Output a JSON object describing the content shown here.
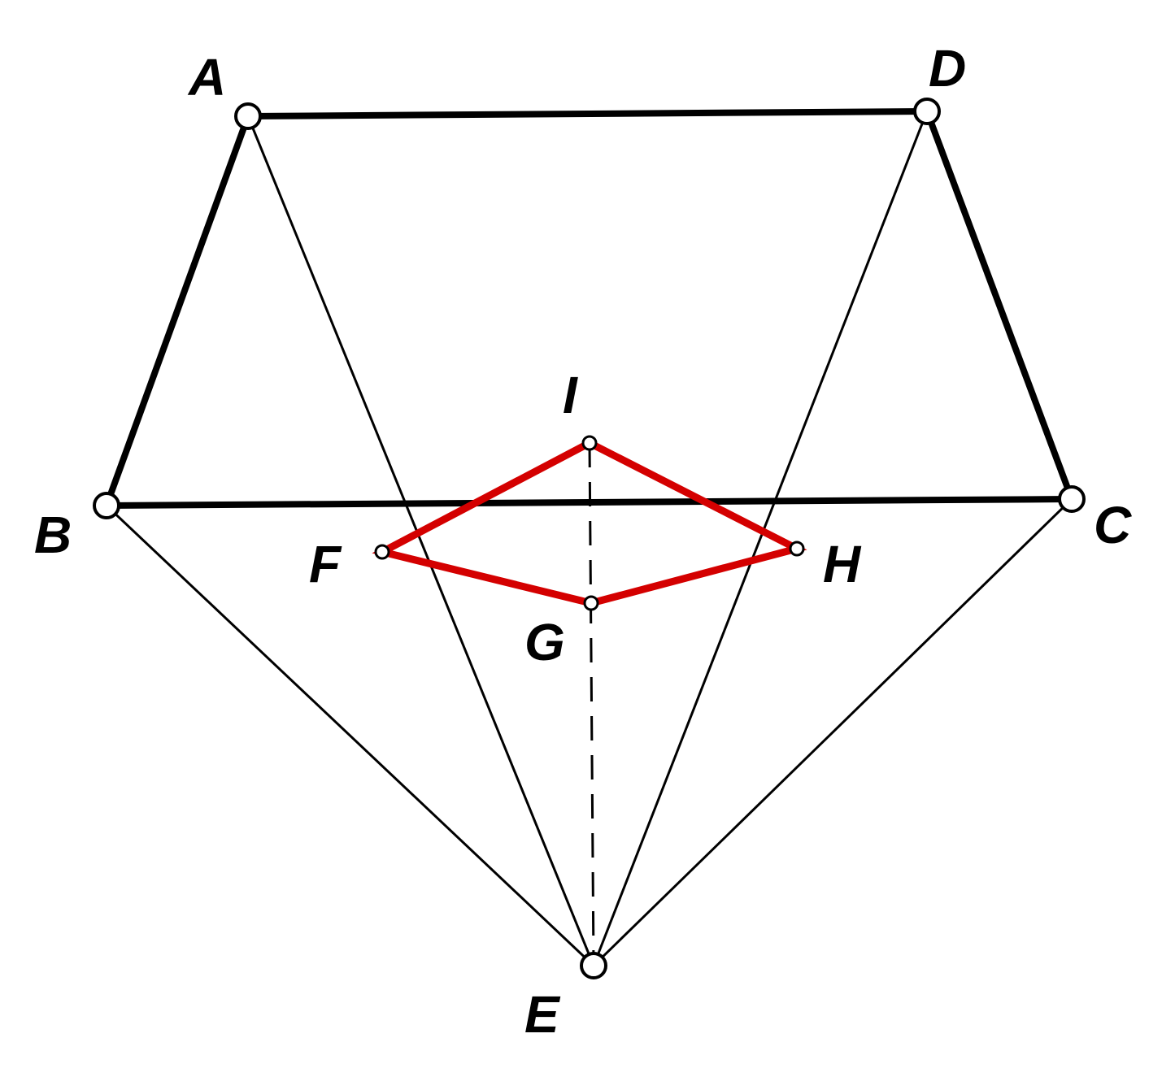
{
  "points": {
    "A": {
      "label": "A"
    },
    "B": {
      "label": "B"
    },
    "C": {
      "label": "C"
    },
    "D": {
      "label": "D"
    },
    "E": {
      "label": "E"
    },
    "F": {
      "label": "F"
    },
    "G": {
      "label": "G"
    },
    "H": {
      "label": "H"
    },
    "I": {
      "label": "I"
    }
  },
  "colors": {
    "stroke": "#000000",
    "highlight": "#d40000",
    "point_fill": "#ffffff",
    "background": "#ffffff"
  },
  "segments": {
    "bold": [
      [
        "A",
        "D"
      ],
      [
        "A",
        "B"
      ],
      [
        "B",
        "C"
      ],
      [
        "D",
        "C"
      ]
    ],
    "thin": [
      [
        "A",
        "E"
      ],
      [
        "D",
        "E"
      ],
      [
        "B",
        "E"
      ],
      [
        "C",
        "E"
      ]
    ],
    "dashed": [
      [
        "I",
        "E"
      ]
    ],
    "red": [
      [
        "F",
        "I"
      ],
      [
        "I",
        "H"
      ],
      [
        "H",
        "G"
      ],
      [
        "G",
        "F"
      ]
    ]
  }
}
